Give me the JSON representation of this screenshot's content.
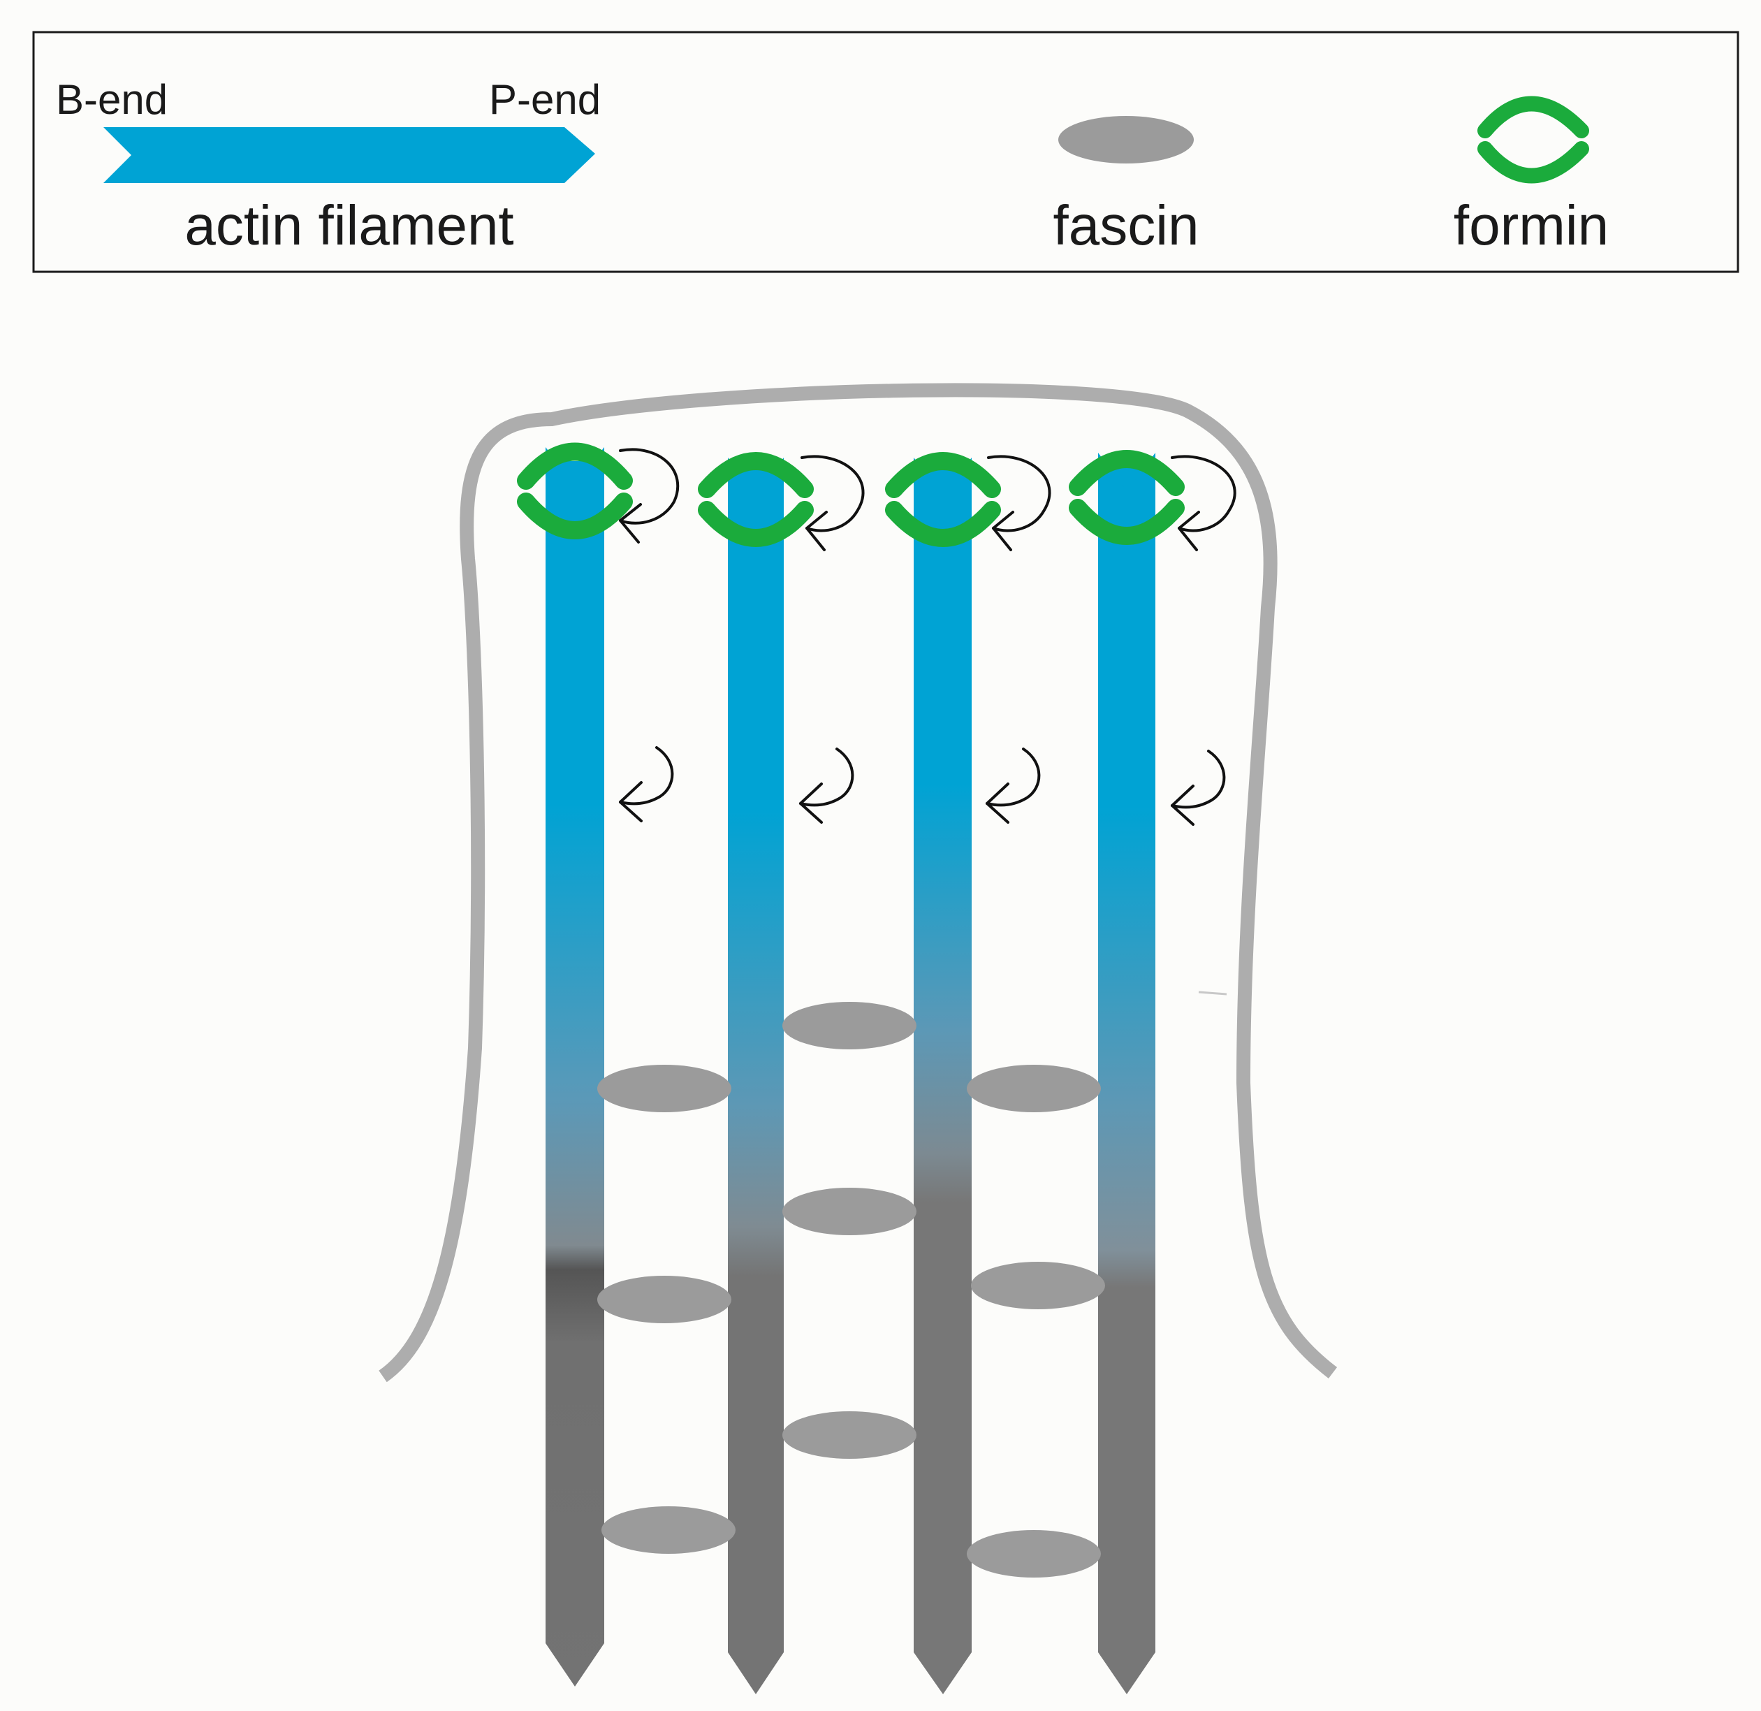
{
  "legend": {
    "b_end_label": "B-end",
    "p_end_label": "P-end",
    "actin_label": "actin filament",
    "fascin_label": "fascin",
    "formin_label": "formin"
  },
  "colors": {
    "actin_blue": "#00a3d4",
    "actin_aged": "#767676",
    "fascin": "#9b9b9b",
    "formin": "#1bab3c",
    "membrane": "#adadad",
    "arrow": "#111111",
    "background": "#fcfcfa"
  },
  "filaments": [
    {
      "id": "filament-1",
      "formin_capped": true,
      "fascin_links_right": 3
    },
    {
      "id": "filament-2",
      "formin_capped": true,
      "fascin_links_right": 3
    },
    {
      "id": "filament-3",
      "formin_capped": true,
      "fascin_links_right": 3
    },
    {
      "id": "filament-4",
      "formin_capped": true,
      "fascin_links_right": 0
    }
  ]
}
